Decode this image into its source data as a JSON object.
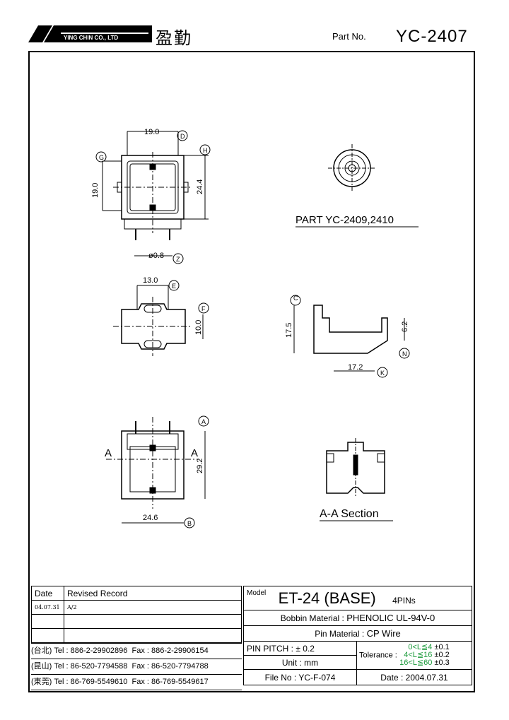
{
  "header": {
    "company_name": "YING CHIN CO., LTD",
    "company_chinese": "盈勤",
    "part_no_label": "Part No.",
    "part_no": "YC-2407"
  },
  "drawing": {
    "top_view": {
      "width": "19.0",
      "width_ref": "D",
      "height": "19.0",
      "height_ref": "G",
      "overall_height": "24.4",
      "overall_height_ref": "H",
      "pin_dia": "ø0.8",
      "pin_dia_ref": "Z"
    },
    "bottom_view": {
      "width": "13.0",
      "width_ref": "E",
      "height": "10.0",
      "height_ref": "F"
    },
    "side_view": {
      "height": "17.5",
      "height_ref": "C",
      "depth": "6.2",
      "depth_ref": "N",
      "width": "17.2",
      "width_ref": "K"
    },
    "front_view": {
      "height": "29.2",
      "height_ref": "A",
      "width": "24.6",
      "width_ref": "B",
      "section_mark": "A"
    },
    "gear_label": "PART YC-2409,2410",
    "section_label": "A-A Section"
  },
  "revision": {
    "headers": [
      "Date",
      "Revised Record"
    ],
    "rows": [
      [
        "04.07.31",
        "A/2"
      ],
      [
        "",
        ""
      ],
      [
        "",
        ""
      ]
    ]
  },
  "contacts": [
    {
      "region": "(台北)",
      "tel": "Tel : 886-2-29902896",
      "fax": "Fax : 886-2-29906154"
    },
    {
      "region": "(昆山)",
      "tel": "Tel : 86-520-7794588",
      "fax": "Fax : 86-520-7794788"
    },
    {
      "region": "(東莞)",
      "tel": "Tel : 86-769-5549610",
      "fax": "Fax : 86-769-5549617"
    }
  ],
  "spec": {
    "model_label": "Model",
    "model": "ET-24 (BASE)",
    "pins": "4PINs",
    "bobbin_label": "Bobbin Material :",
    "bobbin": "PHENOLIC UL-94V-0",
    "pin_label": "Pin Material :",
    "pin": "CP Wire",
    "pitch_label": "PIN PITCH :",
    "pitch": "± 0.2",
    "unit_label": "Unit :",
    "unit": "mm",
    "tolerance_label": "Tolerance :",
    "tolerance": [
      {
        "range": "0<L≦4",
        "value": "±0.1"
      },
      {
        "range": "4<L≦16",
        "value": "±0.2"
      },
      {
        "range": "16<L≦60",
        "value": "±0.3"
      }
    ],
    "file_label": "File No :",
    "file": "YC-F-074",
    "date_label": "Date :",
    "date": "2004.07.31"
  }
}
